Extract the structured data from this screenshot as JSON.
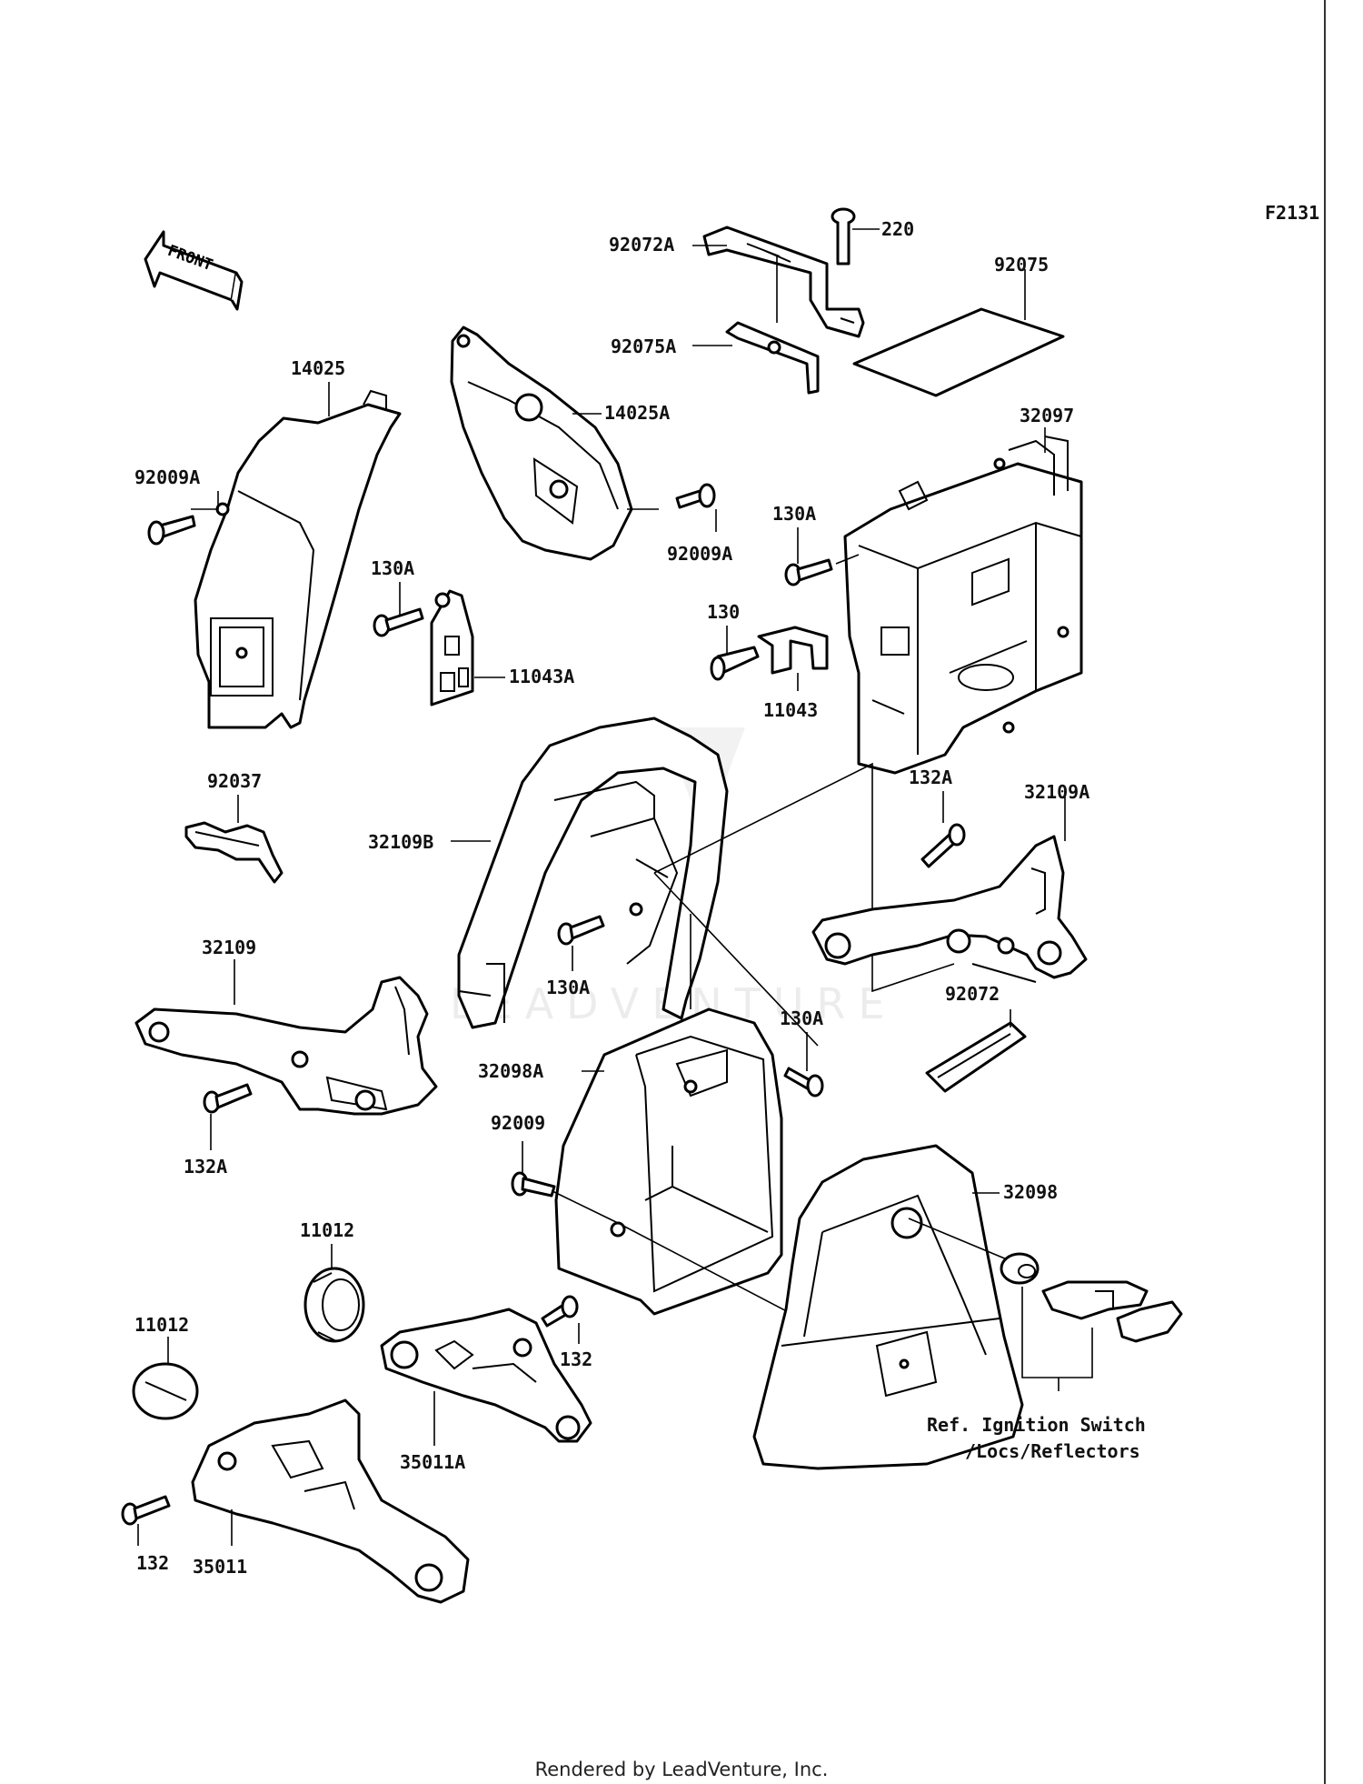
{
  "diagram_code": "F2131",
  "front_arrow_label": "FRONT",
  "watermark": "LEADVENTURE",
  "labels": {
    "p220": "220",
    "p92072A": "92072A",
    "p92075": "92075",
    "p92075A": "92075A",
    "p14025": "14025",
    "p14025A": "14025A",
    "p92009A_left": "92009A",
    "p92009A_center": "92009A",
    "p32097": "32097",
    "p130A_top": "130A",
    "p130A_mid": "130A",
    "p130": "130",
    "p11043A": "11043A",
    "p11043": "11043",
    "p92037": "92037",
    "p32109B": "32109B",
    "p132A_right": "132A",
    "p32109A": "32109A",
    "p130A_center": "130A",
    "p32109": "32109",
    "p130A_box": "130A",
    "p92072": "92072",
    "p32098A": "32098A",
    "p132A_left": "132A",
    "p92009": "92009",
    "p32098": "32098",
    "p11012_upper": "11012",
    "p11012_lower": "11012",
    "p132_center": "132",
    "p35011A": "35011A",
    "p132_left": "132",
    "p35011": "35011",
    "ref_line1": "Ref. Ignition Switch",
    "ref_line2": "/Locs/Reflectors"
  },
  "footer": "Rendered by LeadVenture, Inc."
}
